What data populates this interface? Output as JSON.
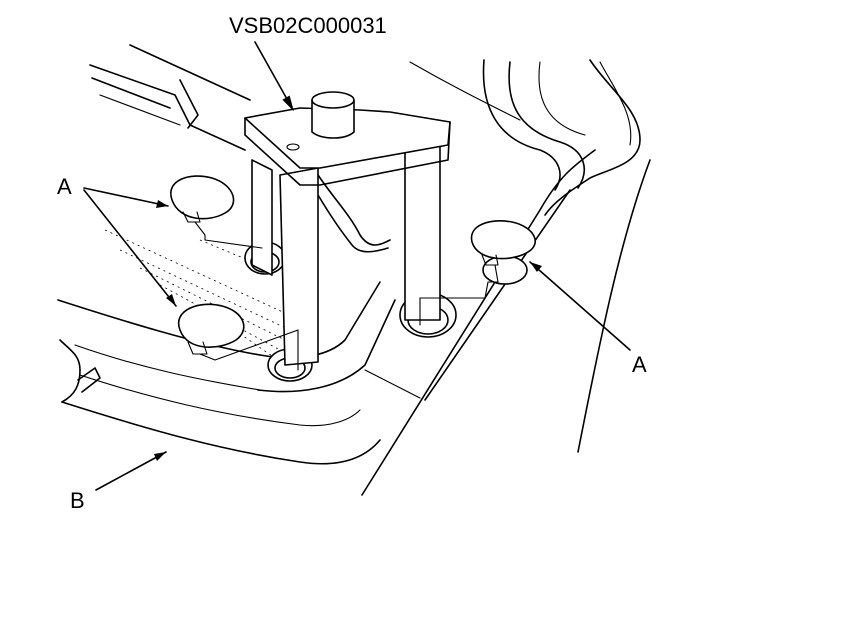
{
  "labels": {
    "tool": "VSB02C000031",
    "part_a": "A",
    "part_b": "B"
  },
  "colors": {
    "line": "#000000",
    "background": "#ffffff"
  }
}
